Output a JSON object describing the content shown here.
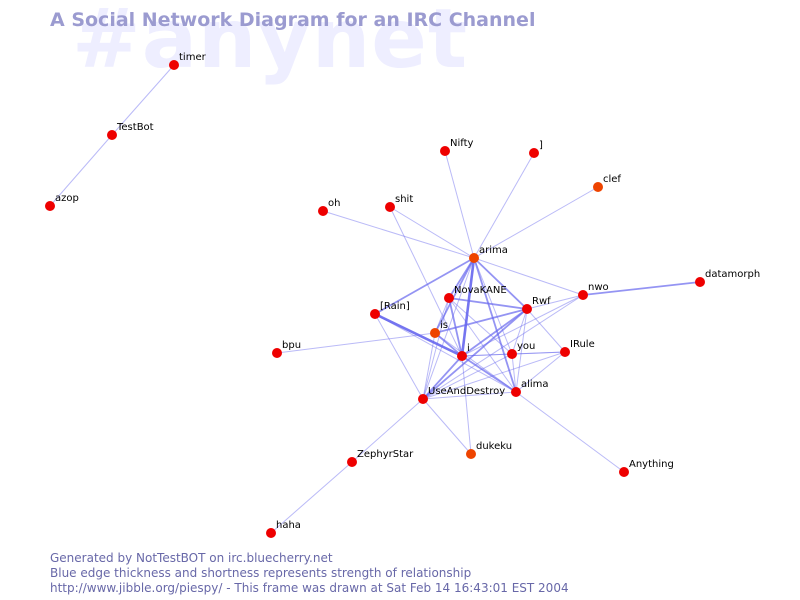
{
  "title": "A Social Network Diagram for an IRC Channel",
  "channel": "#anynet",
  "footer": [
    "Generated by NotTestBOT on irc.bluecherry.net",
    "Blue edge thickness and shortness represents strength of relationship",
    "http://www.jibble.org/piespy/ - This frame was drawn at Sat Feb 14 16:43:01 EST 2004"
  ],
  "colors": {
    "edge": "#6666ee",
    "node": "#ee0000",
    "node_active": "#ee4400",
    "title": "#9b9bd0"
  },
  "nodes": [
    {
      "id": "timer",
      "label": "timer"
    },
    {
      "id": "TestBot",
      "label": "TestBot"
    },
    {
      "id": "azop",
      "label": "azop"
    },
    {
      "id": "Nifty",
      "label": "Nifty"
    },
    {
      "id": "]",
      "label": "]"
    },
    {
      "id": "clef",
      "label": "clef",
      "active": true
    },
    {
      "id": "oh",
      "label": "oh"
    },
    {
      "id": "shit",
      "label": "shit"
    },
    {
      "id": "arima",
      "label": "arima",
      "active": true
    },
    {
      "id": "datamorph",
      "label": "datamorph"
    },
    {
      "id": "nwo",
      "label": "nwo"
    },
    {
      "id": "NovaKANE",
      "label": "NovaKANE"
    },
    {
      "id": "Rwf",
      "label": "Rwf"
    },
    {
      "id": "[Rain]",
      "label": "[Rain]"
    },
    {
      "id": "is",
      "label": "is",
      "active": true
    },
    {
      "id": "bpu",
      "label": "bpu"
    },
    {
      "id": "i",
      "label": "i"
    },
    {
      "id": "you",
      "label": "you"
    },
    {
      "id": "IRule",
      "label": "IRule"
    },
    {
      "id": "UseAndDestroy",
      "label": "UseAndDestroy"
    },
    {
      "id": "alima",
      "label": "alima"
    },
    {
      "id": "dukeku",
      "label": "dukeku",
      "active": true
    },
    {
      "id": "ZephyrStar",
      "label": "ZephyrStar"
    },
    {
      "id": "Anything",
      "label": "Anything"
    },
    {
      "id": "haha",
      "label": "haha"
    }
  ],
  "edges": [
    {
      "from": "timer",
      "to": "TestBot",
      "weight": 1
    },
    {
      "from": "TestBot",
      "to": "azop",
      "weight": 1
    },
    {
      "from": "Nifty",
      "to": "arima",
      "weight": 1
    },
    {
      "from": "]",
      "to": "arima",
      "weight": 1
    },
    {
      "from": "clef",
      "to": "arima",
      "weight": 1
    },
    {
      "from": "oh",
      "to": "arima",
      "weight": 1
    },
    {
      "from": "shit",
      "to": "arima",
      "weight": 1
    },
    {
      "from": "shit",
      "to": "i",
      "weight": 1
    },
    {
      "from": "arima",
      "to": "nwo",
      "weight": 1
    },
    {
      "from": "arima",
      "to": "NovaKANE",
      "weight": 2
    },
    {
      "from": "arima",
      "to": "Rwf",
      "weight": 2
    },
    {
      "from": "arima",
      "to": "[Rain]",
      "weight": 2
    },
    {
      "from": "arima",
      "to": "is",
      "weight": 2
    },
    {
      "from": "arima",
      "to": "i",
      "weight": 3
    },
    {
      "from": "arima",
      "to": "alima",
      "weight": 2
    },
    {
      "from": "arima",
      "to": "UseAndDestroy",
      "weight": 1
    },
    {
      "from": "arima",
      "to": "you",
      "weight": 1
    },
    {
      "from": "nwo",
      "to": "datamorph",
      "weight": 2
    },
    {
      "from": "nwo",
      "to": "Rwf",
      "weight": 1
    },
    {
      "from": "nwo",
      "to": "i",
      "weight": 1
    },
    {
      "from": "nwo",
      "to": "UseAndDestroy",
      "weight": 1
    },
    {
      "from": "NovaKANE",
      "to": "Rwf",
      "weight": 2
    },
    {
      "from": "NovaKANE",
      "to": "i",
      "weight": 2
    },
    {
      "from": "NovaKANE",
      "to": "you",
      "weight": 1
    },
    {
      "from": "NovaKANE",
      "to": "alima",
      "weight": 1
    },
    {
      "from": "NovaKANE",
      "to": "is",
      "weight": 1
    },
    {
      "from": "NovaKANE",
      "to": "UseAndDestroy",
      "weight": 1
    },
    {
      "from": "Rwf",
      "to": "i",
      "weight": 2
    },
    {
      "from": "Rwf",
      "to": "is",
      "weight": 2
    },
    {
      "from": "Rwf",
      "to": "you",
      "weight": 1
    },
    {
      "from": "Rwf",
      "to": "IRule",
      "weight": 1
    },
    {
      "from": "Rwf",
      "to": "alima",
      "weight": 1
    },
    {
      "from": "Rwf",
      "to": "UseAndDestroy",
      "weight": 2
    },
    {
      "from": "[Rain]",
      "to": "i",
      "weight": 3
    },
    {
      "from": "[Rain]",
      "to": "UseAndDestroy",
      "weight": 1
    },
    {
      "from": "[Rain]",
      "to": "alima",
      "weight": 1
    },
    {
      "from": "is",
      "to": "bpu",
      "weight": 1
    },
    {
      "from": "is",
      "to": "i",
      "weight": 2
    },
    {
      "from": "is",
      "to": "alima",
      "weight": 1
    },
    {
      "from": "is",
      "to": "UseAndDestroy",
      "weight": 1
    },
    {
      "from": "i",
      "to": "you",
      "weight": 1
    },
    {
      "from": "i",
      "to": "IRule",
      "weight": 1
    },
    {
      "from": "i",
      "to": "UseAndDestroy",
      "weight": 2
    },
    {
      "from": "i",
      "to": "alima",
      "weight": 2
    },
    {
      "from": "i",
      "to": "dukeku",
      "weight": 1
    },
    {
      "from": "you",
      "to": "IRule",
      "weight": 1
    },
    {
      "from": "you",
      "to": "alima",
      "weight": 1
    },
    {
      "from": "you",
      "to": "UseAndDestroy",
      "weight": 1
    },
    {
      "from": "IRule",
      "to": "alima",
      "weight": 1
    },
    {
      "from": "IRule",
      "to": "UseAndDestroy",
      "weight": 1
    },
    {
      "from": "UseAndDestroy",
      "to": "alima",
      "weight": 1
    },
    {
      "from": "UseAndDestroy",
      "to": "dukeku",
      "weight": 1
    },
    {
      "from": "UseAndDestroy",
      "to": "ZephyrStar",
      "weight": 1
    },
    {
      "from": "alima",
      "to": "Anything",
      "weight": 1
    },
    {
      "from": "ZephyrStar",
      "to": "haha",
      "weight": 1
    }
  ]
}
